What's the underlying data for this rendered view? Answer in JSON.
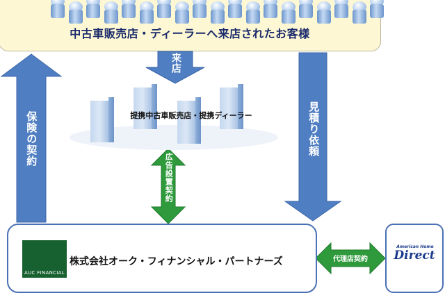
{
  "customers": {
    "label": "中古車販売店・ディーラーへ来店されたお客様"
  },
  "arrows": {
    "visit": "来店",
    "insurance_contract": "保険の契約",
    "estimate_request": "見積り依頼",
    "ad_contract": "広告設置契約",
    "agency_contract": "代理店契約"
  },
  "dealers": {
    "label": "提携中古車販売店・提携ディーラー"
  },
  "company": {
    "name": "株式会社オーク・フィナンシャル・パートナーズ",
    "logo_text": "AUC FINANCIAL"
  },
  "insurer": {
    "small_text": "American Home",
    "big_text": "Direct"
  },
  "colors": {
    "blue_arrow": "#4f7ec2",
    "green_arrow": "#2e9a3c",
    "customer_box": "#fdf8d3",
    "border_blue": "#4a70b5"
  }
}
